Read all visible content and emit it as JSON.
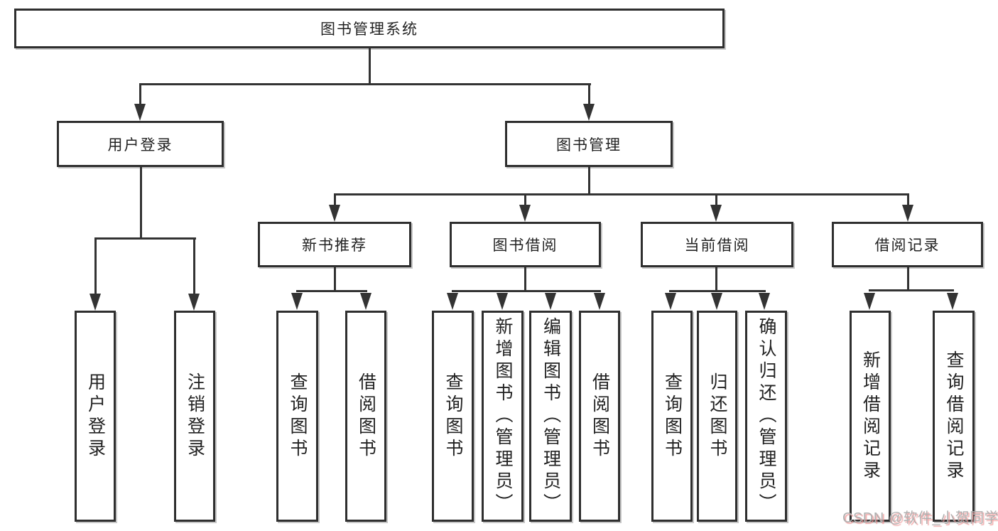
{
  "tree": {
    "root": {
      "label": "图书管理系统",
      "children": [
        {
          "label": "用户登录",
          "children": [
            {
              "label": "用户登录"
            },
            {
              "label": "注销登录"
            }
          ]
        },
        {
          "label": "图书管理",
          "children": [
            {
              "label": "新书推荐",
              "children": [
                {
                  "label": "查询图书"
                },
                {
                  "label": "借阅图书"
                }
              ]
            },
            {
              "label": "图书借阅",
              "children": [
                {
                  "label": "查询图书"
                },
                {
                  "label": "新增图书（管理员）"
                },
                {
                  "label": "编辑图书（管理员）"
                },
                {
                  "label": "借阅图书"
                }
              ]
            },
            {
              "label": "当前借阅",
              "children": [
                {
                  "label": "查询图书"
                },
                {
                  "label": "归还图书"
                },
                {
                  "label": "确认归还（管理员）"
                }
              ]
            },
            {
              "label": "借阅记录",
              "children": [
                {
                  "label": "新增借阅记录"
                },
                {
                  "label": "查询借阅记录"
                }
              ]
            }
          ]
        }
      ]
    }
  },
  "watermark": {
    "text": "CSDN @软件_小贺同学"
  },
  "colors": {
    "line": "#333333",
    "box_border": "#2f2f2f",
    "text": "#222222",
    "background": "#ffffff",
    "watermark_gray": "#b0b0b0",
    "watermark_pink": "#ef9696"
  }
}
